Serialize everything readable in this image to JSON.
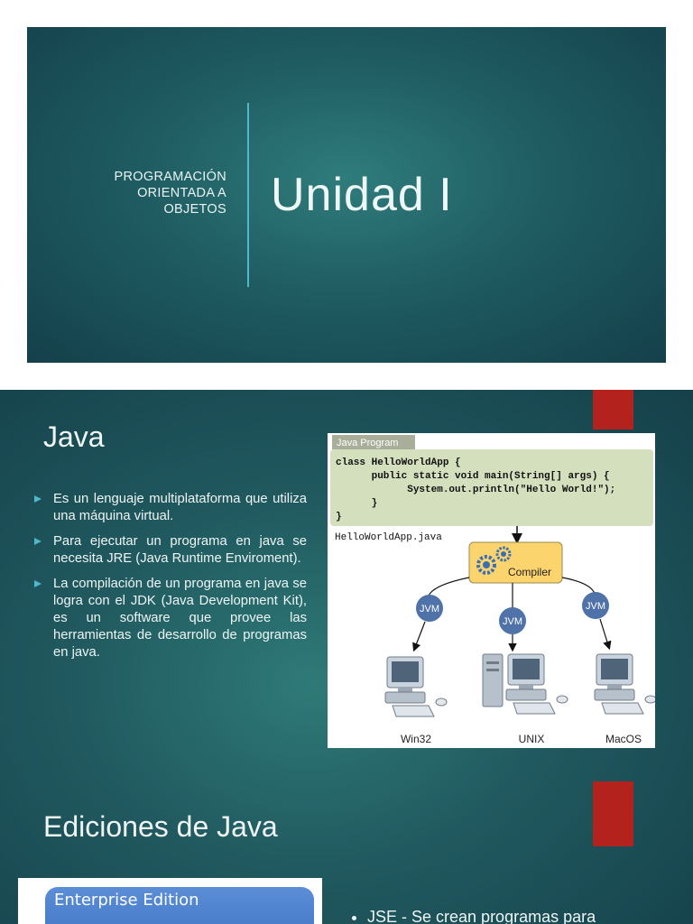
{
  "slide1": {
    "subtitle_lines": [
      "PROGRAMACIÓN",
      "ORIENTADA A",
      "OBJETOS"
    ],
    "title": "Unidad I"
  },
  "slide2": {
    "title": "Java",
    "bullets": [
      "Es un lenguaje multiplataforma que utiliza una máquina virtual.",
      "Para ejecutar un programa en java se necesita JRE (Java Runtime Enviroment).",
      "La compilación de un programa en java se logra con el JDK (Java Development Kit), es un software que provee las herramientas de desarrollo de programas en java."
    ],
    "diagram": {
      "tab_label": "Java Program",
      "code_lines": [
        "class HelloWorldApp {",
        "      public static void main(String[] args) {",
        "            System.out.println(\"Hello World!\");",
        "      }",
        "}"
      ],
      "filename": "HelloWorldApp.java",
      "compiler_label": "Compiler",
      "jvm_labels": [
        "JVM",
        "JVM",
        "JVM"
      ],
      "platforms": [
        "Win32",
        "UNIX",
        "MacOS"
      ]
    }
  },
  "slide3": {
    "title": "Ediciones de Java",
    "edition_label": "Enterprise Edition",
    "bullet_text": "JSE - Se crean programas para"
  },
  "colors": {
    "accent_teal": "#4fb8c9",
    "red_bar": "#b3221c",
    "code_box": "#d4dfbe",
    "compiler_box": "#fbd46e"
  }
}
